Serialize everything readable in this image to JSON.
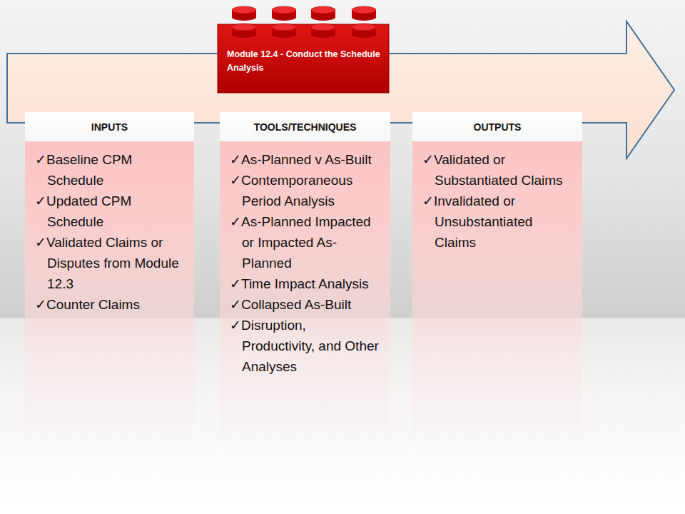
{
  "diagram": {
    "nodes": [
      {
        "text": [
          "Module 12.4 - Conduct the Schedule Analysis"
        ]
      },
      {
        "text": [
          "✓Baseline CPM Schedule",
          "✓Updated CPM Schedule",
          "✓Validated Claims or Disputes from Module 12.3",
          "✓Counter Claims"
        ]
      },
      {
        "text": [
          "INPUTS"
        ],
        "in": 1
      },
      {
        "text": [
          "✓As-Planned v As-Built",
          "✓Contemporaneous Period Analysis",
          "✓As-Planned Impacted or Impacted As-Planned",
          "✓Time Impact Analysis",
          "✓Collapsed As-Built",
          "✓Disruption, Productivity, and Other Analyses"
        ]
      },
      {
        "text": [
          "TOOLS/TECHNIQUES"
        ],
        "in": 3
      },
      {
        "text": [
          "✓Validated or Substantiated Claims",
          "✓Invalidated or Unsubstantiated Claims"
        ]
      },
      {
        "text": [
          "OUTPUTS"
        ],
        "in": 5
      }
    ]
  }
}
